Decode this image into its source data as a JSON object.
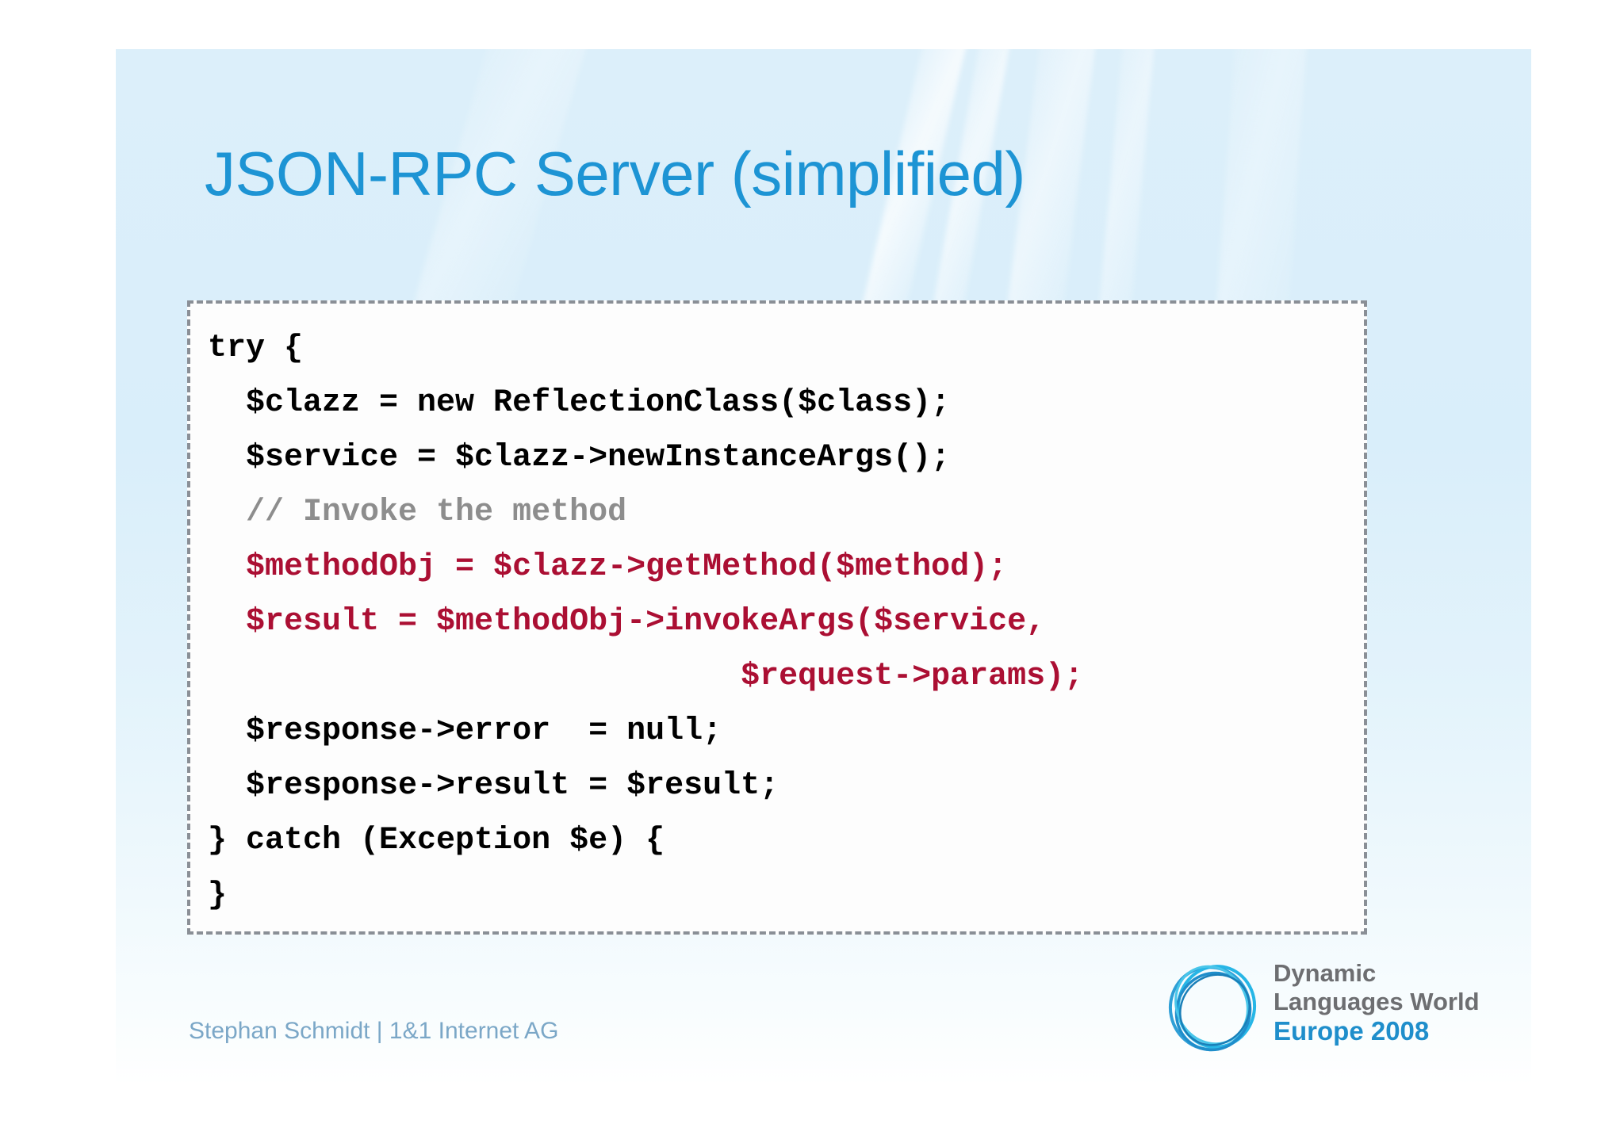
{
  "slide": {
    "title": "JSON-RPC Server (simplified)",
    "accent_color": "#1d94d4",
    "background_color": "#dceffa"
  },
  "code": {
    "language": "php",
    "border_style": "dashed",
    "border_color": "#8a8f96",
    "default_color": "#000000",
    "comment_color": "#8d8d8d",
    "highlight_color": "#ab0f33",
    "lines": [
      {
        "text": "try {",
        "style": "plain"
      },
      {
        "text": "  $clazz = new ReflectionClass($class);",
        "style": "plain"
      },
      {
        "text": "  $service = $clazz->newInstanceArgs();",
        "style": "plain"
      },
      {
        "text": "  // Invoke the method",
        "style": "comment"
      },
      {
        "text": "  $methodObj = $clazz->getMethod($method);",
        "style": "highlight"
      },
      {
        "text": "  $result = $methodObj->invokeArgs($service,",
        "style": "highlight"
      },
      {
        "text": "                            $request->params);",
        "style": "highlight"
      },
      {
        "text": "  $response->error  = null;",
        "style": "plain"
      },
      {
        "text": "  $response->result = $result;",
        "style": "plain"
      },
      {
        "text": "} catch (Exception $e) {",
        "style": "plain"
      },
      {
        "text": "}",
        "style": "plain"
      }
    ]
  },
  "footer": {
    "author": "Stephan Schmidt | 1&1 Internet AG",
    "author_color": "#7ba7c7"
  },
  "logo": {
    "mark_name": "dlw-circles-logo",
    "line1": "Dynamic",
    "line2": "Languages World",
    "line3": "Europe 2008",
    "text_color": "#6d6e71",
    "year_color": "#1f8ecb"
  }
}
